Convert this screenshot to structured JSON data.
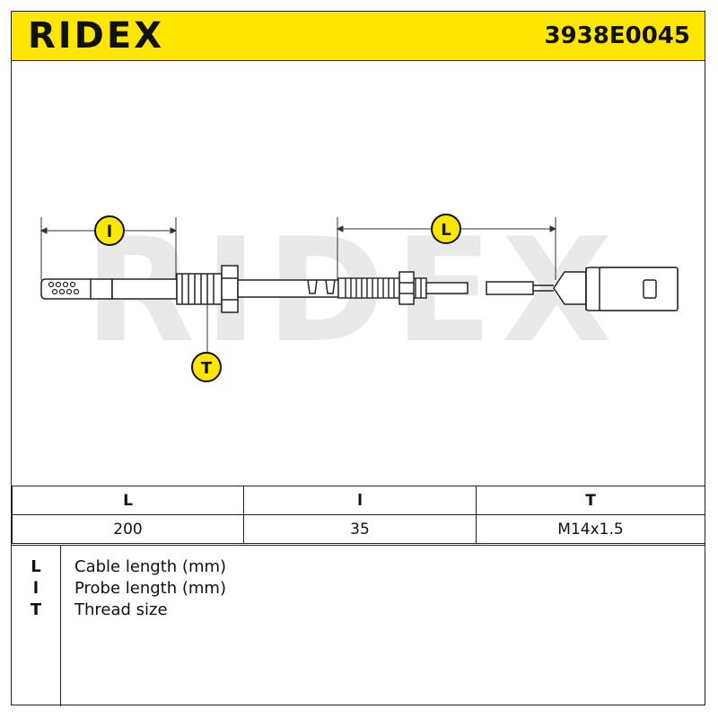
{
  "header": {
    "brand": "RIDEX",
    "part_number": "3938E0045",
    "background_color": "#ffe600"
  },
  "drawing": {
    "watermark": "RIDEX",
    "callouts": {
      "probe": "l",
      "cable": "L",
      "thread": "T"
    },
    "callout_color": "#ffe600"
  },
  "spec_table": {
    "headers": [
      "L",
      "l",
      "T"
    ],
    "values": [
      "200",
      "35",
      "M14x1.5"
    ]
  },
  "legend": {
    "items": [
      {
        "key": "L",
        "description": "Cable length (mm)"
      },
      {
        "key": "l",
        "description": "Probe length (mm)"
      },
      {
        "key": "T",
        "description": "Thread size"
      }
    ]
  }
}
